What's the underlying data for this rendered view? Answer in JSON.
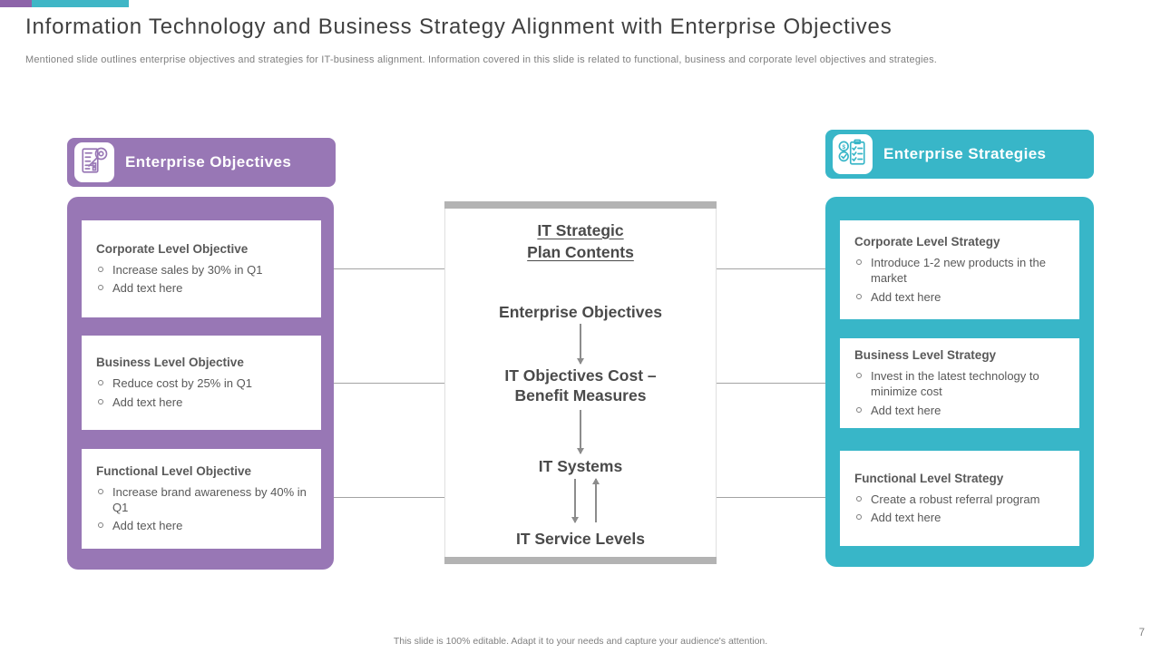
{
  "slide": {
    "title": "Information Technology and Business Strategy Alignment with Enterprise Objectives",
    "subtitle": "Mentioned slide outlines enterprise objectives and strategies for IT-business alignment. Information covered in this slide is related to functional, business and corporate level objectives and strategies.",
    "footer": "This slide is 100% editable. Adapt it to your needs and capture your audience's attention.",
    "page_number": "7"
  },
  "colors": {
    "purple": "#9877b5",
    "purple_dark_bar": "#8d64a9",
    "teal": "#38b6c8",
    "teal_bar": "#3fb6c6",
    "heading_text": "#4a4a4a",
    "body_text": "#595959",
    "muted_text": "#7f7f7f",
    "connector_gray": "#a3a3a3",
    "plan_bar_gray": "#b3b3b3",
    "arrow_gray": "#8c8c8c"
  },
  "objectives_column": {
    "header": "Enterprise Objectives",
    "icon": "document-analysis-icon",
    "cards": [
      {
        "title": "Corporate Level Objective",
        "bullets": [
          "Increase sales by 30% in Q1",
          "Add text here"
        ]
      },
      {
        "title": "Business Level Objective",
        "bullets": [
          "Reduce cost by 25% in Q1",
          "Add text here"
        ]
      },
      {
        "title": "Functional Level Objective",
        "bullets": [
          "Increase brand awareness by 40% in Q1",
          "Add text here"
        ]
      }
    ]
  },
  "strategies_column": {
    "header": "Enterprise Strategies",
    "icon": "dollar-checklist-icon",
    "cards": [
      {
        "title": "Corporate Level Strategy",
        "bullets": [
          "Introduce 1-2 new products in the market",
          "Add text here"
        ]
      },
      {
        "title": "Business Level Strategy",
        "bullets": [
          "Invest in the latest technology to minimize cost",
          "Add text here"
        ]
      },
      {
        "title": "Functional Level Strategy",
        "bullets": [
          "Create a robust referral program",
          "Add text here"
        ]
      }
    ]
  },
  "plan_box": {
    "heading_line1": "IT Strategic",
    "heading_line2": "Plan Contents",
    "steps": [
      "Enterprise Objectives",
      "IT Objectives Cost – Benefit Measures",
      "IT Systems",
      "IT Service Levels"
    ]
  }
}
